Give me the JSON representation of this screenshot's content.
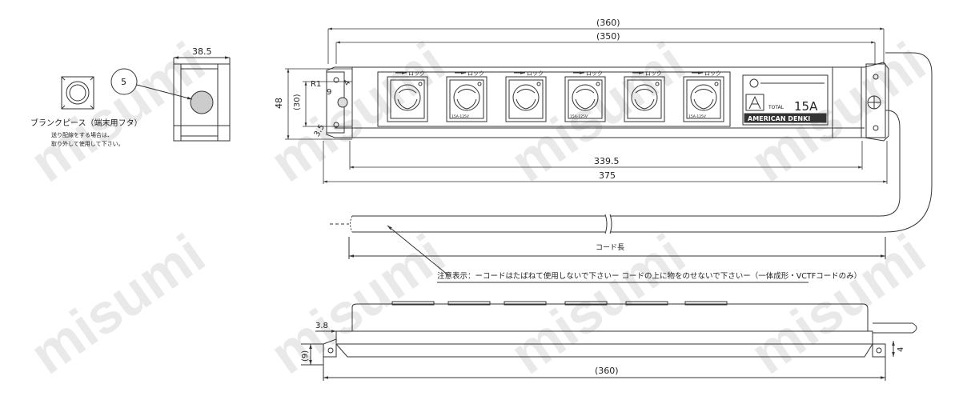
{
  "watermark": "misumi",
  "dims": {
    "end_width": "38.5",
    "top_outer": "(360)",
    "top_inner": "(350)",
    "height": "48",
    "height_inner": "(30)",
    "radius": "R1",
    "r_value": "9",
    "angle_value": "4",
    "slot_depth": "3.5",
    "center_span": "339.5",
    "overall_length": "375",
    "side_thickness": "3.8",
    "side_height": "(9)",
    "side_offset": "4",
    "bottom_outer": "(360)"
  },
  "callout_number": "5",
  "blank_piece": {
    "title": "ブランクピース（端末用フタ）",
    "note_line1": "送り配線をする場合は、",
    "note_line2": "取り外して使用して下さい。"
  },
  "outlet": {
    "lock_label": "ロック",
    "rating_small": "15A-125V",
    "count": 6
  },
  "nameplate": {
    "total_label": "TOTAL",
    "rating": "15A",
    "brand": "AMERICAN DENKI"
  },
  "cord_label": "コード長",
  "caution": "注意表示：ーコードはたばねて使用しないで下さいー コードの上に物をのせないで下さいー（一体成形・VCTFコードのみ）"
}
